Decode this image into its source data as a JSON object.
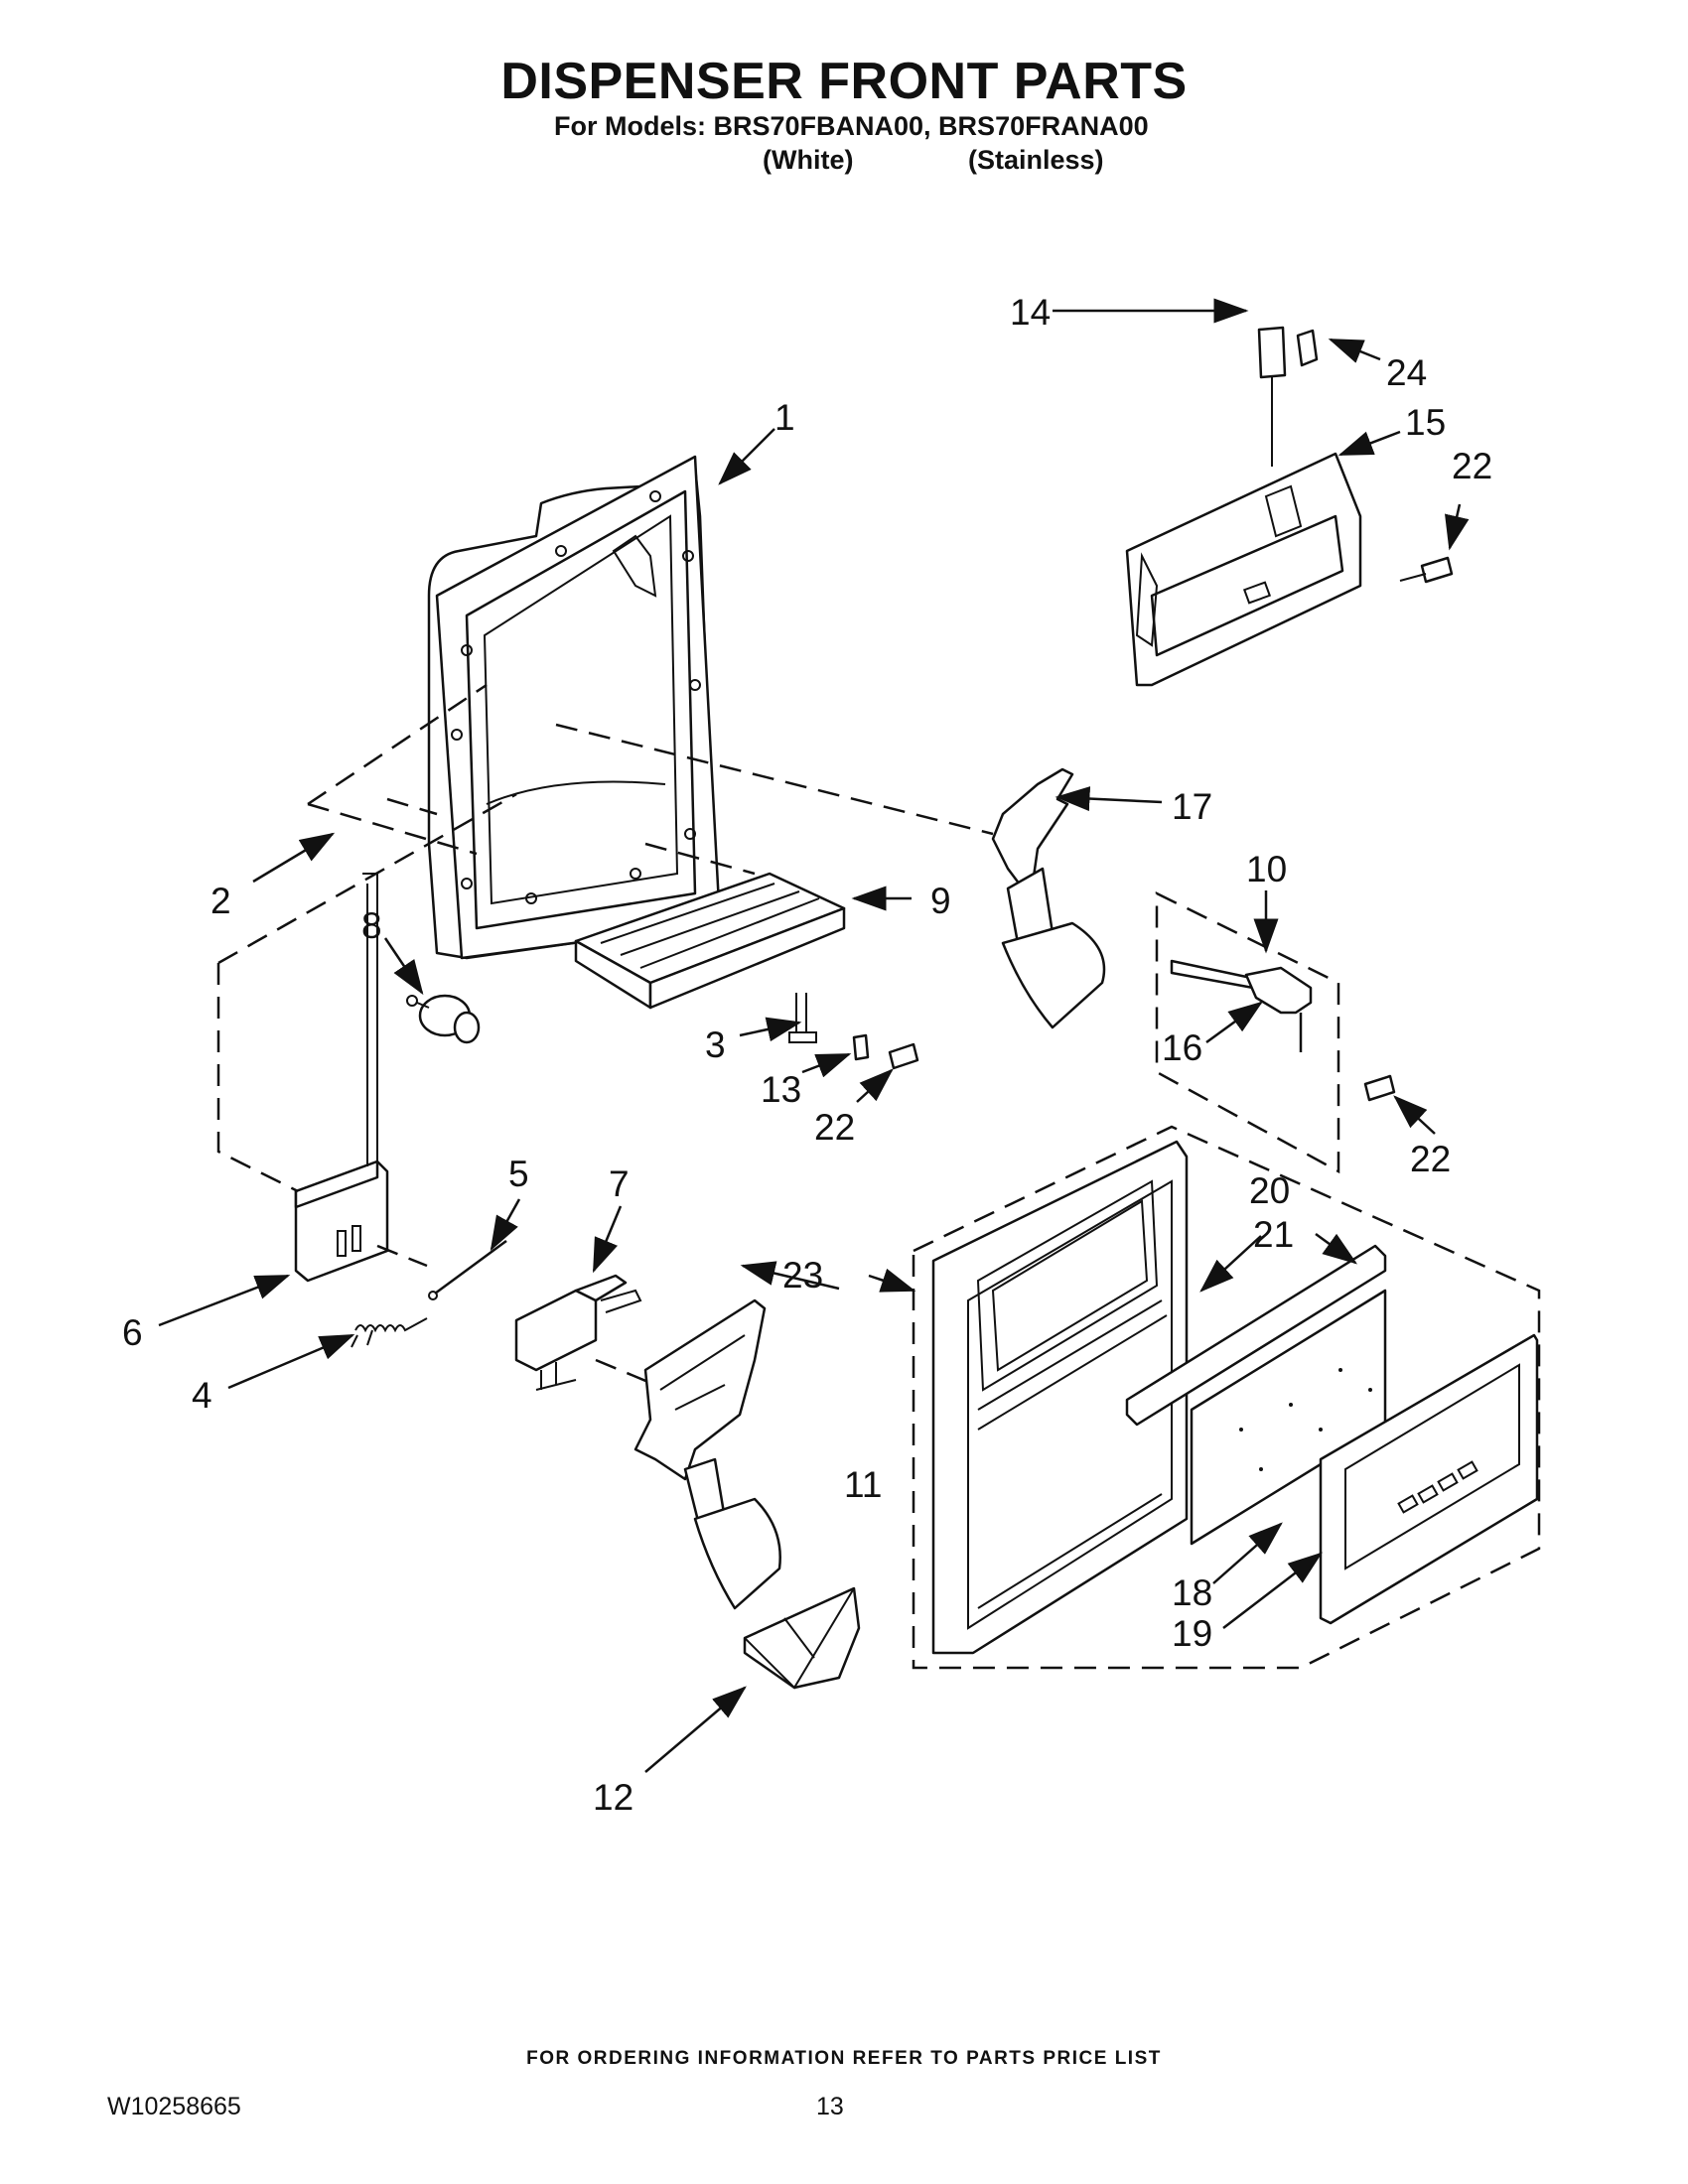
{
  "header": {
    "title": "DISPENSER FRONT PARTS",
    "models_line": "For Models: BRS70FBANA00, BRS70FRANA00",
    "variant_white": "(White)",
    "variant_stainless": "(Stainless)"
  },
  "callouts": {
    "c1": "1",
    "c2": "2",
    "c3": "3",
    "c4": "4",
    "c5": "5",
    "c6": "6",
    "c7": "7",
    "c8": "8",
    "c9": "9",
    "c10": "10",
    "c11": "11",
    "c12": "12",
    "c13": "13",
    "c14": "14",
    "c15": "15",
    "c16": "16",
    "c17": "17",
    "c18": "18",
    "c19": "19",
    "c20": "20",
    "c21": "21",
    "c22a": "22",
    "c22b": "22",
    "c22c": "22",
    "c23": "23",
    "c24": "24"
  },
  "footer": {
    "note": "FOR ORDERING INFORMATION REFER TO PARTS PRICE LIST",
    "doc_number": "W10258665",
    "page_number": "13"
  }
}
